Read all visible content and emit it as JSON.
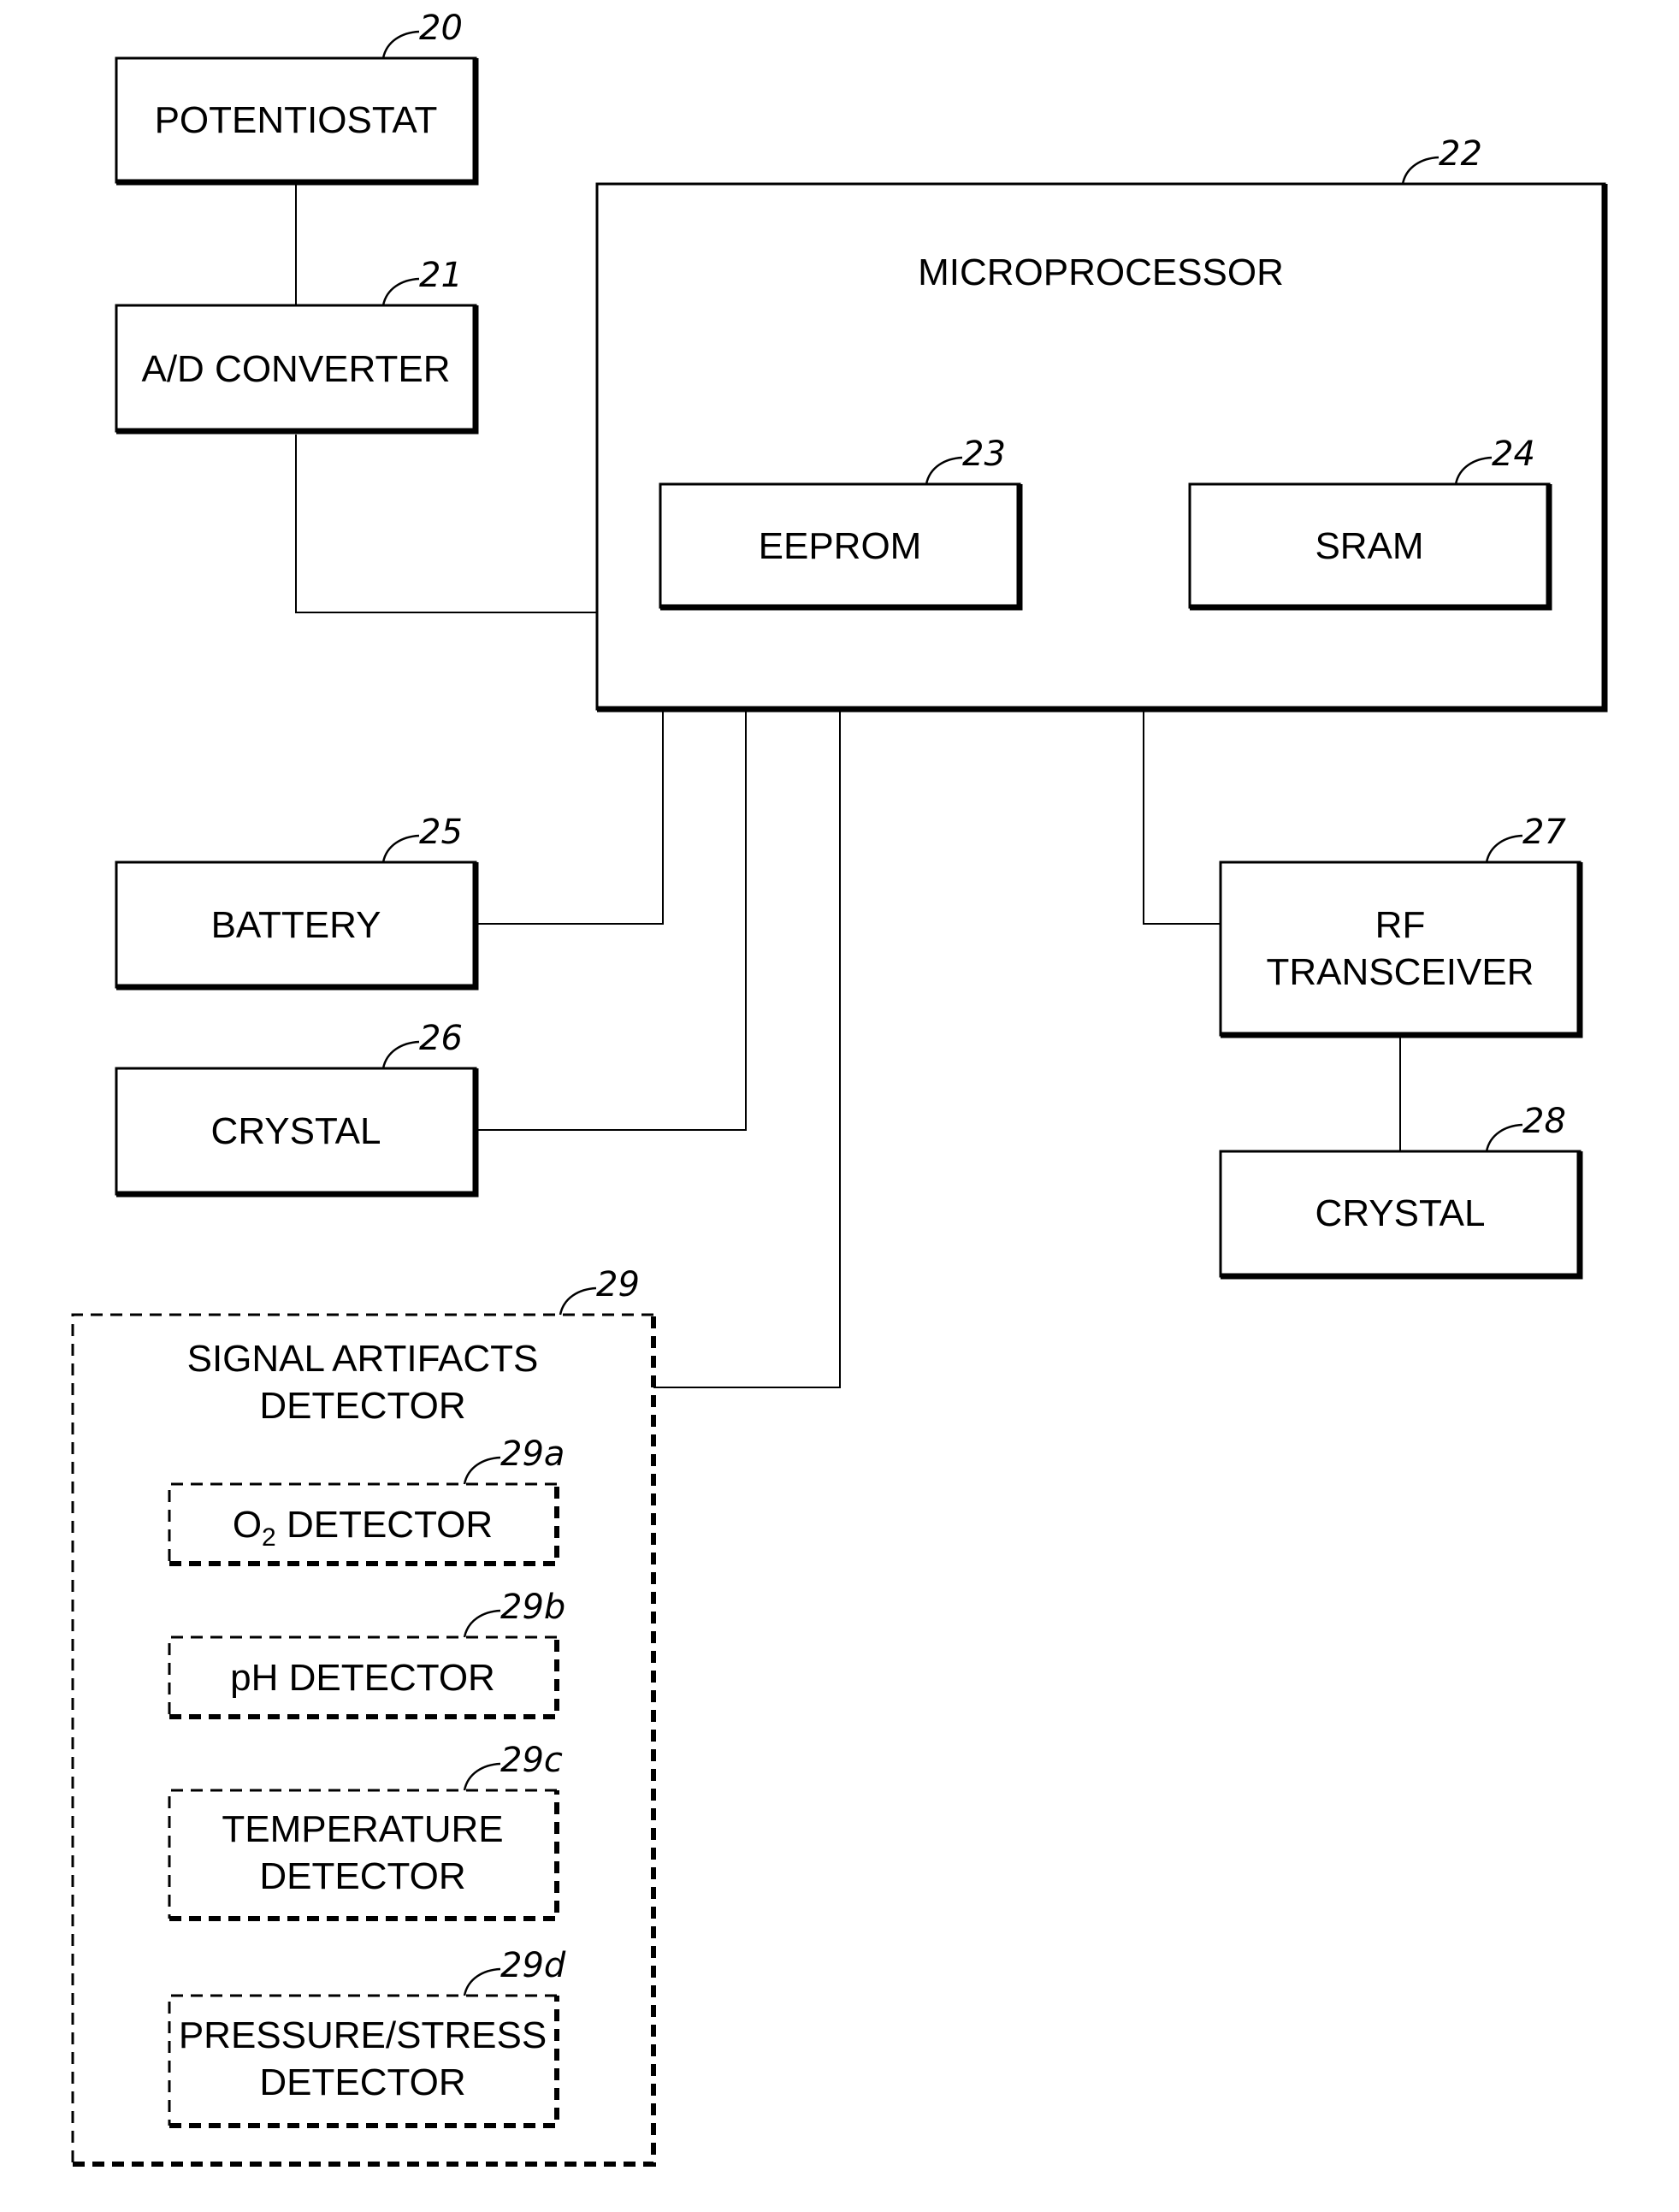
{
  "figure": {
    "blocks": {
      "potentiostat": {
        "label": "POTENTIOSTAT",
        "ref": "20"
      },
      "ad_converter": {
        "label": "A/D CONVERTER",
        "ref": "21"
      },
      "microprocessor": {
        "label": "MICROPROCESSOR",
        "ref": "22"
      },
      "eeprom": {
        "label": "EEPROM",
        "ref": "23"
      },
      "sram": {
        "label": "SRAM",
        "ref": "24"
      },
      "battery": {
        "label": "BATTERY",
        "ref": "25"
      },
      "crystal_left": {
        "label": "CRYSTAL",
        "ref": "26"
      },
      "rf_transceiver": {
        "label_line1": "RF",
        "label_line2": "TRANSCEIVER",
        "ref": "27"
      },
      "crystal_right": {
        "label": "CRYSTAL",
        "ref": "28"
      },
      "signal_artifacts_detector": {
        "label_line1": "SIGNAL ARTIFACTS",
        "label_line2": "DETECTOR",
        "ref": "29"
      },
      "o2_detector": {
        "label_prefix": "O",
        "label_subscript": "2",
        "label_suffix": " DETECTOR",
        "ref": "29a"
      },
      "ph_detector": {
        "label": "pH DETECTOR",
        "ref": "29b"
      },
      "temperature_detector": {
        "label_line1": "TEMPERATURE",
        "label_line2": "DETECTOR",
        "ref": "29c"
      },
      "pressure_stress_detector": {
        "label_line1": "PRESSURE/STRESS",
        "label_line2": "DETECTOR",
        "ref": "29d"
      }
    }
  }
}
